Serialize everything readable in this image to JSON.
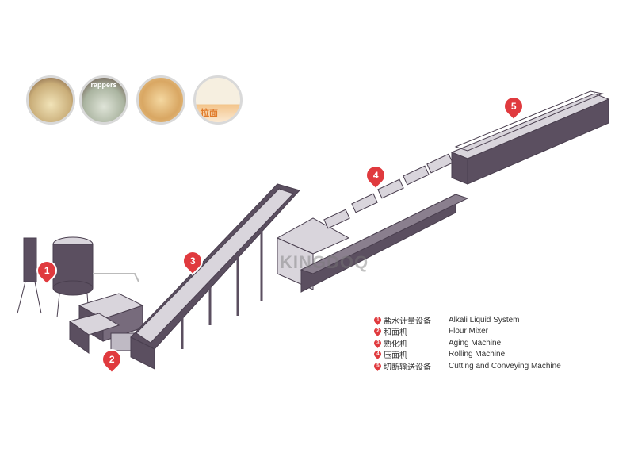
{
  "title": "Noodle Production Line",
  "product_photos": [
    {
      "name": "fresh-noodles",
      "label": ""
    },
    {
      "name": "wrappers",
      "label": "rappers"
    },
    {
      "name": "yellow-noodles",
      "label": ""
    },
    {
      "name": "packaged-noodles",
      "label": "拉面"
    }
  ],
  "watermark": "KINGDOQ",
  "markers": [
    "1",
    "2",
    "3",
    "4",
    "5"
  ],
  "legend": [
    {
      "num": "1",
      "zh": "盐水计量设备",
      "en": "Alkali  Liquid  System"
    },
    {
      "num": "2",
      "zh": "和面机",
      "en": "Flour Mixer"
    },
    {
      "num": "3",
      "zh": "熟化机",
      "en": "Aging Machine"
    },
    {
      "num": "4",
      "zh": "压面机",
      "en": "Rolling Machine"
    },
    {
      "num": "5",
      "zh": "切断输送设备",
      "en": "Cutting  and  Conveying  Machine"
    }
  ],
  "colors": {
    "machine": "#5b4f60",
    "face": "#d9d5dc",
    "marker": "#e03a3e"
  }
}
